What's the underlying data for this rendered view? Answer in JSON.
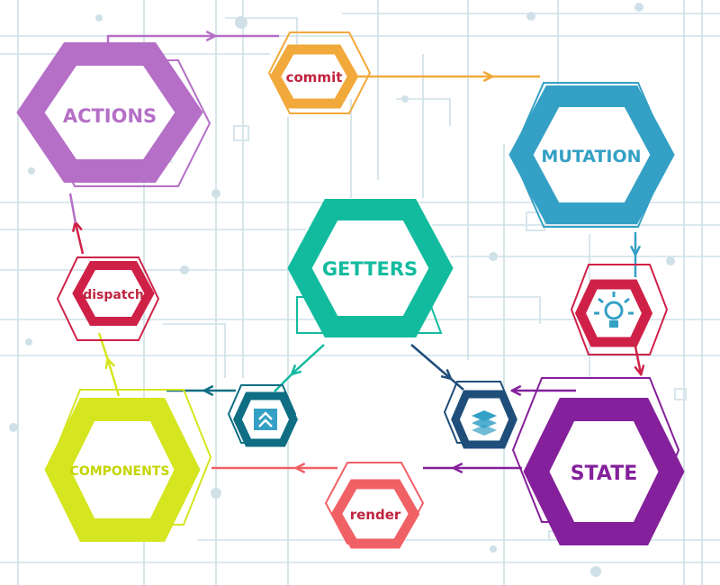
{
  "nodes": {
    "actions": {
      "label": "ACTIONS",
      "color": "#b56fc7"
    },
    "commit": {
      "label": "commit",
      "color": "#f2a93b",
      "text_color": "#c0233f"
    },
    "mutation": {
      "label": "MUTATION",
      "color": "#34a0c5"
    },
    "getters": {
      "label": "GETTERS",
      "color": "#12bb9e"
    },
    "dispatch": {
      "label": "dispatch",
      "color": "#cf2147"
    },
    "state": {
      "label": "STATE",
      "color": "#84209b"
    },
    "components": {
      "label": "COMPONENTS",
      "color": "#d5e51f"
    },
    "render": {
      "label": "render",
      "color": "#f06166",
      "text_color": "#c0233f"
    }
  },
  "icons": {
    "lightbulb": {
      "name": "lightbulb-icon",
      "color": "#cf2147",
      "glyph_color": "#34a0c5"
    },
    "chevrons": {
      "name": "double-chevron-up-icon",
      "color": "#0f6e84",
      "glyph_color": "#34a0c5"
    },
    "layers": {
      "name": "layers-icon",
      "color": "#1f4e7a",
      "glyph_color": "#34a0c5"
    }
  }
}
